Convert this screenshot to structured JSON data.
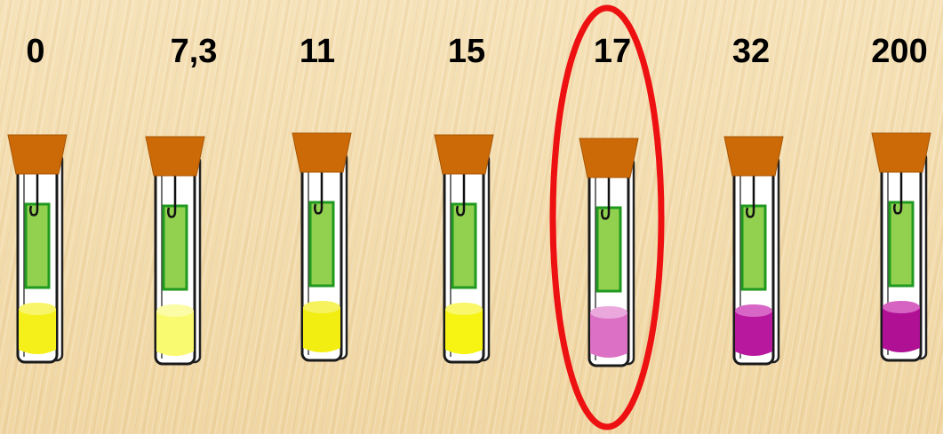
{
  "labels": [
    "0",
    "7,3",
    "11",
    "15",
    "17",
    "32",
    "200"
  ],
  "tube_liquid_colors": [
    {
      "side": "#f5f01a",
      "top": "#f8f56a"
    },
    {
      "side": "#fafa70",
      "top": "#fcfca6"
    },
    {
      "side": "#f2ee12",
      "top": "#f6f25e"
    },
    {
      "side": "#f7f313",
      "top": "#faf76a"
    },
    {
      "side": "#dc70c4",
      "top": "#eaa8dc"
    },
    {
      "side": "#b8189e",
      "top": "#d866c6"
    },
    {
      "side": "#b01094",
      "top": "#d662c2"
    }
  ],
  "highlighted_index": 4,
  "colors": {
    "cork": "#cc6a08",
    "strip_fill": "#92d050",
    "strip_border": "#1f9a1f",
    "highlight_ellipse": "#ee1111"
  },
  "icons": [
    "test-tube-icon",
    "cork-icon",
    "indicator-strip-icon",
    "highlight-ellipse-icon"
  ]
}
